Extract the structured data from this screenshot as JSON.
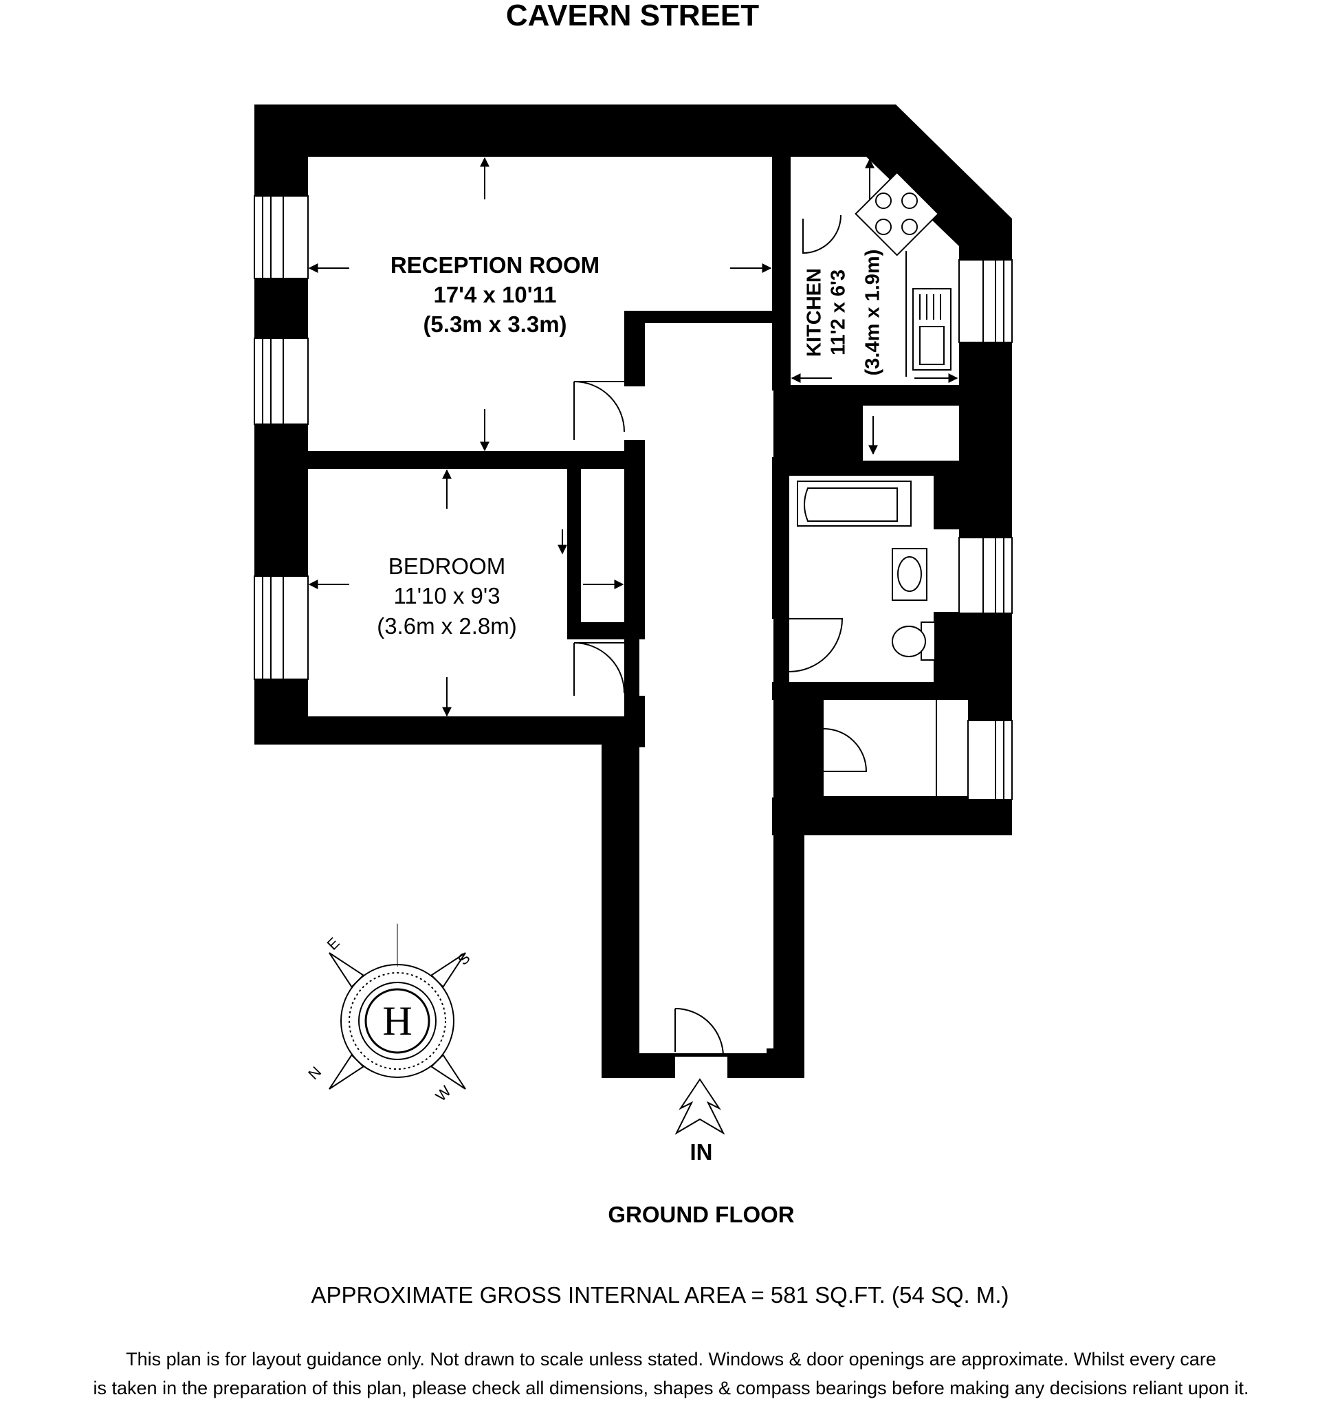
{
  "header": {
    "street": "CAVERN STREET"
  },
  "rooms": {
    "reception": {
      "name": "RECEPTION ROOM",
      "imperial": "17'4 x 10'11",
      "metric": "(5.3m x 3.3m)"
    },
    "bedroom": {
      "name": "BEDROOM",
      "imperial": "11'10 x 9'3",
      "metric": "(3.6m x 2.8m)"
    },
    "kitchen": {
      "name": "KITCHEN",
      "imperial": "11'2 x 6'3",
      "metric": "(3.4m x 1.9m)"
    }
  },
  "entrance": {
    "label": "IN"
  },
  "floor": {
    "label": "GROUND FLOOR"
  },
  "compass": {
    "letters": [
      "E",
      "S",
      "W",
      "N"
    ],
    "logo": "H"
  },
  "area": {
    "text": "APPROXIMATE GROSS INTERNAL AREA = 581 SQ.FT. (54 SQ. M.)"
  },
  "disclaimer": {
    "line1": "This plan is for layout guidance only. Not drawn to scale unless stated. Windows & door openings are approximate. Whilst every care",
    "line2": "is taken in the preparation of this plan, please check all dimensions, shapes & compass bearings before making any decisions reliant upon it."
  }
}
